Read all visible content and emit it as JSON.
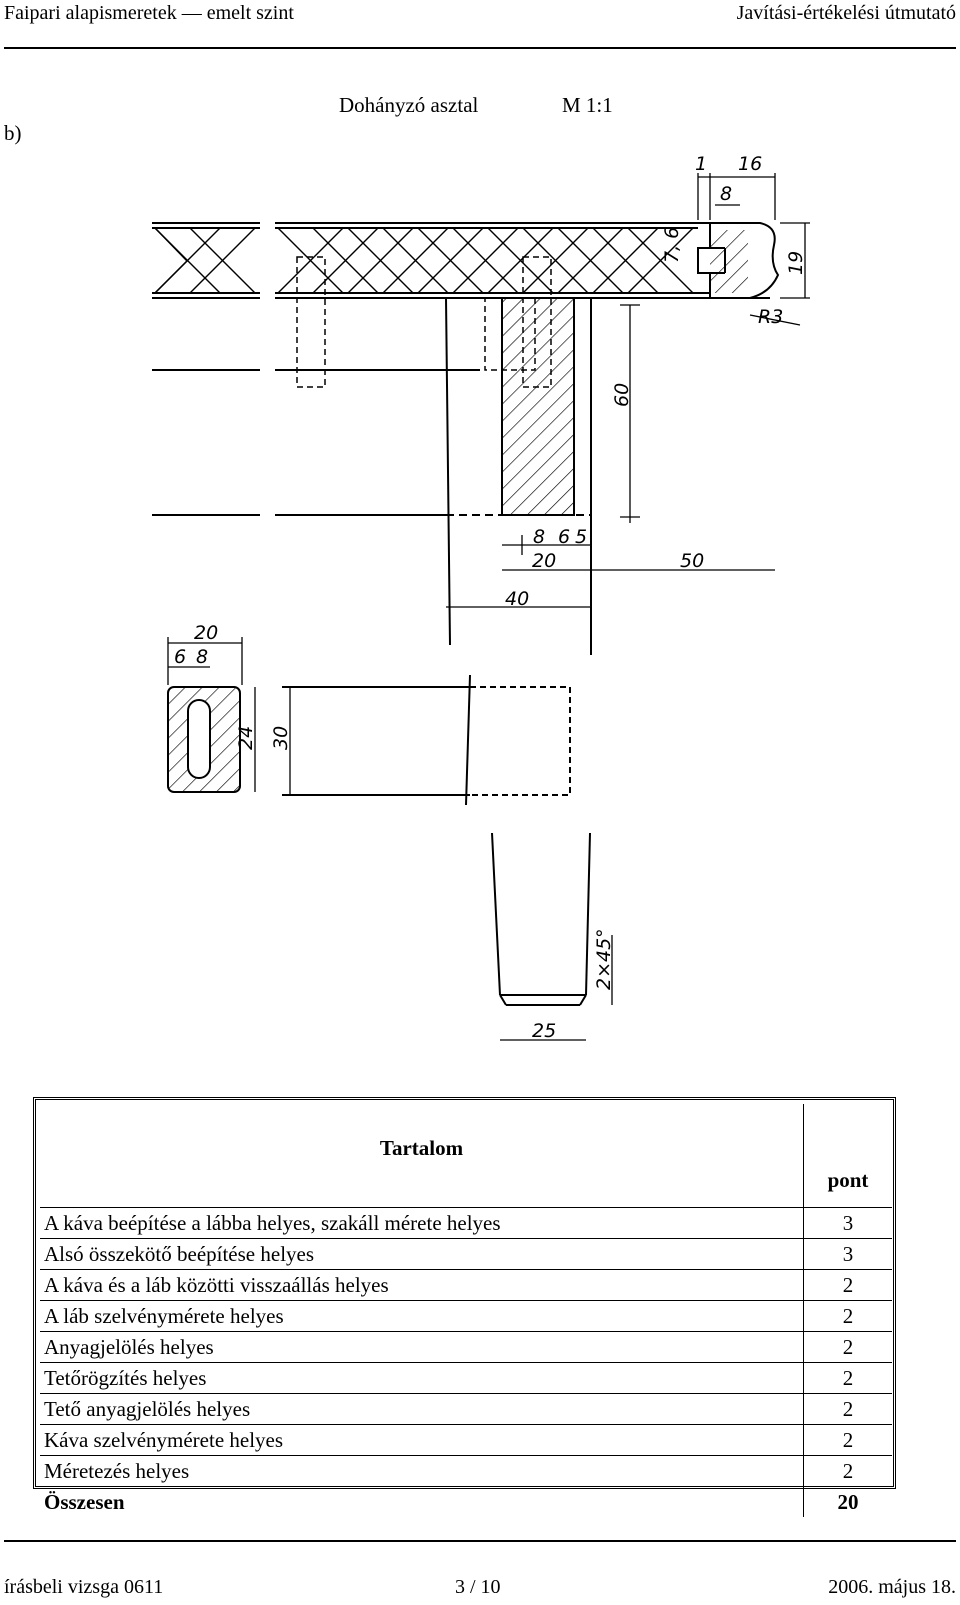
{
  "header": {
    "left": "Faipari alapismeretek — emelt szint",
    "right": "Javítási-értékelési útmutató"
  },
  "part_label": "b)",
  "drawing": {
    "title": "Dohányzó asztal",
    "scale": "M 1:1",
    "dimensions": {
      "d1": "1",
      "d16": "16",
      "d8": "8",
      "d7_6": "7, 6",
      "d19": "19",
      "r3": "R3",
      "d60": "60",
      "d8b": "8",
      "d6": "6",
      "d5": "5",
      "d20": "20",
      "d50": "50",
      "d40": "40",
      "d20b": "20",
      "d6b": "6",
      "d8c": "8",
      "d24": "24",
      "d30": "30",
      "chamfer": "2×45°",
      "d25": "25"
    }
  },
  "score_table": {
    "header_content": "Tartalom",
    "header_points": "pont",
    "rows": [
      {
        "label": "A káva beépítése a lábba helyes, szakáll mérete helyes",
        "points": "3"
      },
      {
        "label": "Alsó összekötő beépítése helyes",
        "points": "3"
      },
      {
        "label": "A káva és a láb közötti visszaállás helyes",
        "points": "2"
      },
      {
        "label": "A láb szelvénymérete helyes",
        "points": "2"
      },
      {
        "label": "Anyagjelölés helyes",
        "points": "2"
      },
      {
        "label": "Tetőrögzítés helyes",
        "points": "2"
      },
      {
        "label": "Tető anyagjelölés helyes",
        "points": "2"
      },
      {
        "label": "Káva szelvénymérete helyes",
        "points": "2"
      },
      {
        "label": "Méretezés helyes",
        "points": "2"
      }
    ],
    "total_label": "Összesen",
    "total_points": "20"
  },
  "footer": {
    "left": "írásbeli vizsga 0611",
    "center": "3 / 10",
    "right": "2006. május 18."
  }
}
